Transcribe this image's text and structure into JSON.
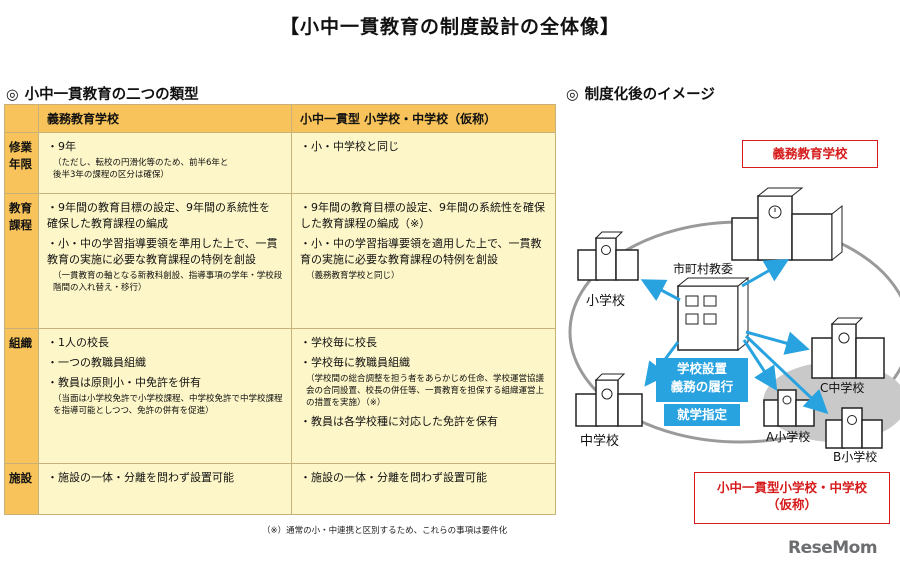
{
  "title": "【小中一貫教育の制度設計の全体像】",
  "left_section": {
    "mark": "◎",
    "heading": "小中一貫教育の二つの類型",
    "columns": [
      "義務教育学校",
      "小中一貫型 小学校・中学校（仮称）"
    ],
    "rows": [
      {
        "label": "修業\n年限",
        "col1": [
          {
            "text": "・9年",
            "note": false
          },
          {
            "text": "（ただし、転校の円滑化等のため、前半6年と\n後半3年の課程の区分は確保）",
            "note": true
          }
        ],
        "col2": [
          {
            "text": "・小・中学校と同じ",
            "note": false
          }
        ]
      },
      {
        "label": "教育\n課程",
        "col1": [
          {
            "text": "・9年間の教育目標の設定、9年間の系統性を 確保した教育課程の編成",
            "note": false
          },
          {
            "text": "・小・中の学習指導要領を準用した上で、一貫教育の実施に必要な教育課程の特例を創設",
            "note": false
          },
          {
            "text": "（一貫教育の軸となる新教科創設、指導事項の学年・学校段階間の入れ替え・移行）",
            "note": true
          }
        ],
        "col2": [
          {
            "text": "・9年間の教育目標の設定、9年間の系統性を確保した教育課程の編成（※）",
            "note": false
          },
          {
            "text": "・小・中の学習指導要領を適用した上で、一貫教育の実施に必要な教育課程の特例を創設",
            "note": false
          },
          {
            "text": "（義務教育学校と同じ）",
            "note": true
          }
        ]
      },
      {
        "label": "組織",
        "col1": [
          {
            "text": "・1人の校長",
            "note": false
          },
          {
            "text": "・一つの教職員組織",
            "note": false
          },
          {
            "text": "・教員は原則小・中免許を併有",
            "note": false
          },
          {
            "text": "（当面は小学校免許で小学校課程、中学校免許で中学校課程を指導可能としつつ、免許の併有を促進）",
            "note": true
          }
        ],
        "col2": [
          {
            "text": "・学校毎に校長",
            "note": false
          },
          {
            "text": "・学校毎に教職員組織",
            "note": false
          },
          {
            "text": "（学校間の総合調整を担う者をあらかじめ任命、学校運営協議会の合同設置、校長の併任等、一貫教育を担保する組織運営上の措置を実施）（※）",
            "note": true
          },
          {
            "text": "・教員は各学校種に対応した免許を保有",
            "note": false
          }
        ]
      },
      {
        "label": "施設",
        "col1": [
          {
            "text": "・施設の一体・分離を問わず設置可能",
            "note": false
          }
        ],
        "col2": [
          {
            "text": "・施設の一体・分離を問わず設置可能",
            "note": false
          }
        ]
      }
    ],
    "footnote": "（※）通常の小・中連携と区別するため、これらの事項は要件化"
  },
  "right_section": {
    "mark": "◎",
    "heading": "制度化後のイメージ",
    "gimu_box": "義務教育学校",
    "ikkan_box": "小中一貫型小学校・中学校\n（仮称）",
    "setchi_label": "学校設置\n義務の履行",
    "shugaku_label": "就学指定",
    "labels": {
      "elementary": "小学校",
      "junior_high": "中学校",
      "board": "市町村教委",
      "c_junior": "C中学校",
      "a_elementary": "A小学校",
      "b_elementary": "B小学校"
    },
    "colors": {
      "red": "#d51b1b",
      "blue": "#29a3e0",
      "header": "#f7c35a",
      "cell": "#fdf6c8"
    }
  },
  "logo": "ReseMom"
}
